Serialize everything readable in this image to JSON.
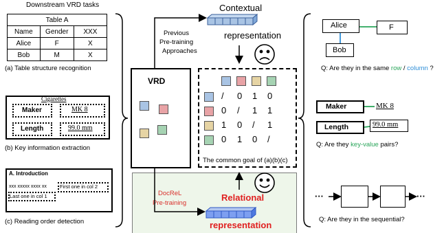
{
  "left_panel": {
    "title": "Downstream VRD tasks",
    "table": {
      "caption": "Table A",
      "header": [
        "Name",
        "Gender",
        "XXX"
      ],
      "rows": [
        [
          "Alice",
          "F",
          "X"
        ],
        [
          "Bob",
          "M",
          "X"
        ]
      ]
    },
    "caption_a": "(a) Table structure recognition",
    "key_info": {
      "doc_title": "Cigarettes",
      "key1": "Maker",
      "value1": "MK 8",
      "key2": "Length",
      "value2": "99.0 mm"
    },
    "caption_b": "(b) Key information extraction",
    "reading_order": {
      "heading": "A. Introduction",
      "line1": "xxx xxxxx xxxx xx",
      "line2": "Last one in col 1",
      "col2": "First one in col 2"
    },
    "caption_c": "(c) Reading order detection"
  },
  "center": {
    "vrd_label": "VRD",
    "previous_label": [
      "Previous",
      "Pre-training",
      "Approaches"
    ],
    "contextual_label": [
      "Contextual",
      "representation"
    ],
    "matrix_rows": [
      [
        "/",
        "0",
        "1",
        "0"
      ],
      [
        "0",
        "/",
        "1",
        "1"
      ],
      [
        "1",
        "0",
        "/",
        "1"
      ],
      [
        "0",
        "1",
        "0",
        "/"
      ]
    ],
    "common_goal": "The common goal of (a)(b)(c)",
    "docrel_label": [
      "DocReL",
      "Pre-training"
    ],
    "relational_label": [
      "Relational",
      "representation"
    ]
  },
  "right_panel": {
    "row_col": {
      "alice": "Alice",
      "f": "F",
      "bob": "Bob"
    },
    "q1": {
      "prefix": "Q: Are they in the same ",
      "row": "row",
      "sep": " / ",
      "column": "column",
      "suffix": " ?"
    },
    "kv": {
      "maker": "Maker",
      "maker_val": "MK 8",
      "length": "Length",
      "length_val": "99.0 mm"
    },
    "q2": {
      "prefix": "Q: Are they ",
      "kv": "key-value",
      "suffix": " pairs?"
    },
    "seq": {
      "dots": "···"
    },
    "q3": "Q: Are they in the sequential?"
  },
  "colors": {
    "blue": "#a9c4e4",
    "red": "#e8a3a6",
    "yellow": "#e6d4a4",
    "green": "#a6d3b3",
    "green_text": "#2aa55a",
    "blue_text": "#2f8fd8",
    "relational_red": "#e02020",
    "docrel_red": "#d9302c",
    "green_panel": "#eef6ea"
  }
}
